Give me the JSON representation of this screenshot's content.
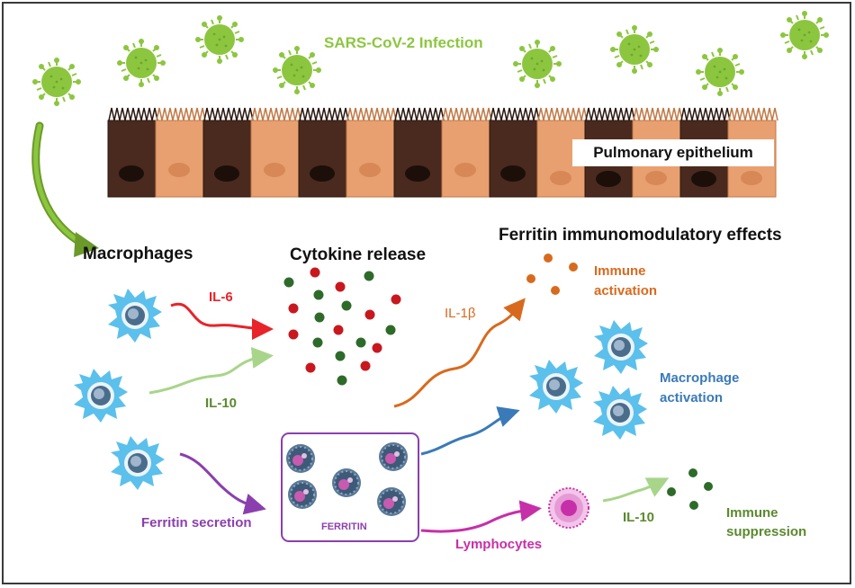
{
  "title": "SARS-CoV-2 Infection",
  "labels": {
    "epithelium": "Pulmonary epithelium",
    "macrophages": "Macrophages",
    "cytokine_release": "Cytokine release",
    "ferritin_effects": "Ferritin immunomodulatory effects",
    "il6": "IL-6",
    "il10_top": "IL-10",
    "il1b": "IL-1β",
    "immune_activation_1": "Immune",
    "immune_activation_2": "activation",
    "macrophage_activation_1": "Macrophage",
    "macrophage_activation_2": "activation",
    "ferritin_secretion": "Ferritin secretion",
    "ferritin": "FERRITIN",
    "lymphocytes": "Lymphocytes",
    "il10_bottom": "IL-10",
    "immune_suppression_1": "Immune",
    "immune_suppression_2": "suppression"
  },
  "colors": {
    "virus": "#8cc63f",
    "il6": "#e8232a",
    "il10": "#5a8a2e",
    "il10_arrow": "#a8d58a",
    "il1b": "#d86a1e",
    "macrophage_activation": "#3a7ab8",
    "ferritin": "#8b3fae",
    "lymphocytes": "#c72fa8",
    "immune_suppression": "#5a8a2e",
    "cell_dark": "#4a2a1e",
    "cell_light": "#e8a070"
  }
}
